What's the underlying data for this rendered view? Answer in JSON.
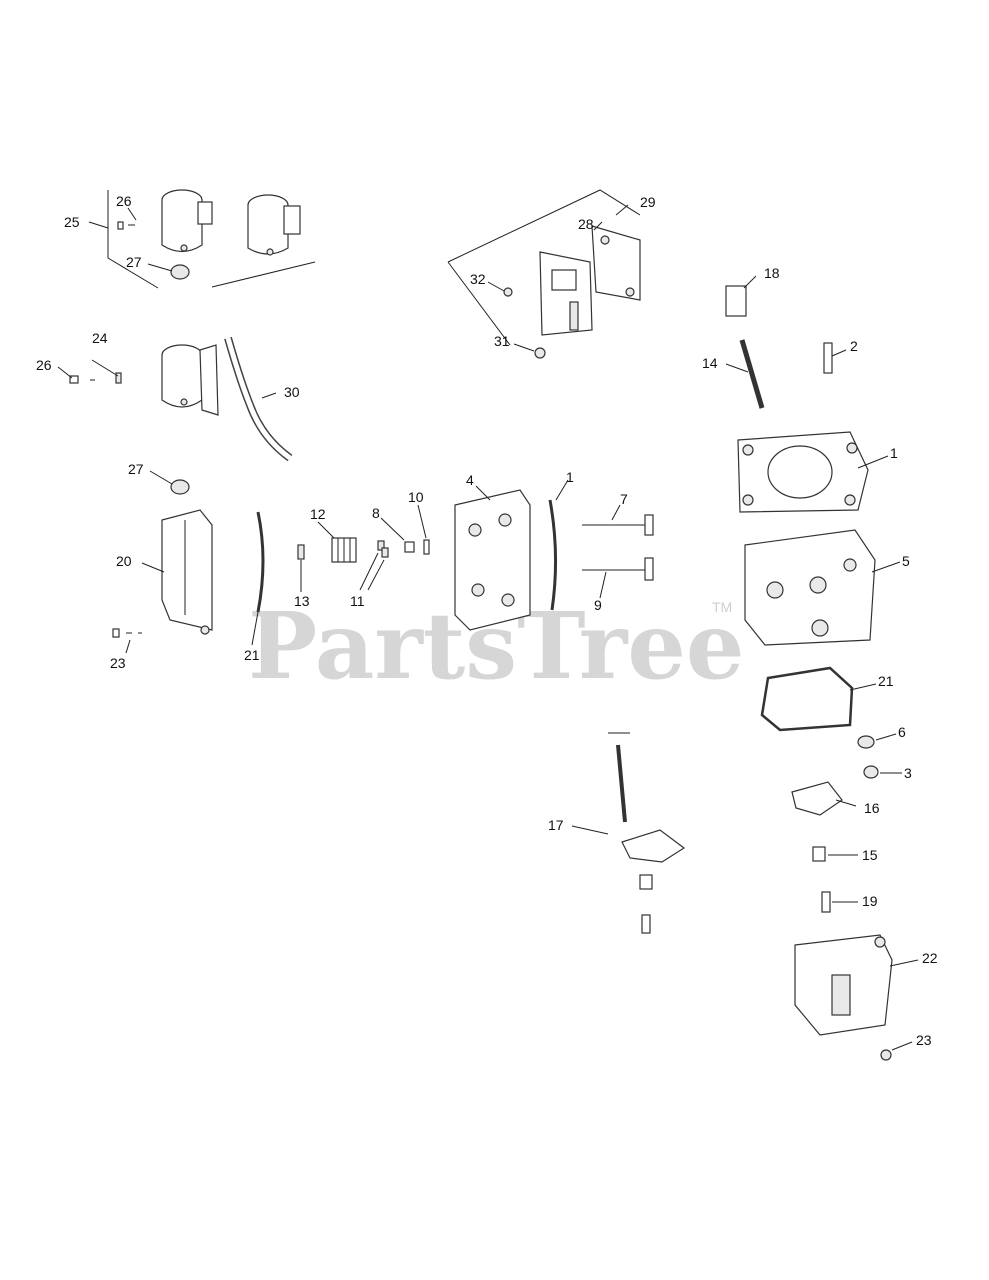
{
  "watermark": {
    "brand": "PartsTree",
    "trademark": "TM"
  },
  "callouts": [
    "1",
    "1",
    "2",
    "3",
    "4",
    "5",
    "6",
    "7",
    "8",
    "9",
    "10",
    "11",
    "12",
    "13",
    "14",
    "15",
    "16",
    "17",
    "18",
    "19",
    "20",
    "21",
    "21",
    "22",
    "23",
    "23",
    "24",
    "25",
    "26",
    "26",
    "27",
    "27",
    "28",
    "29",
    "30",
    "31",
    "32"
  ]
}
